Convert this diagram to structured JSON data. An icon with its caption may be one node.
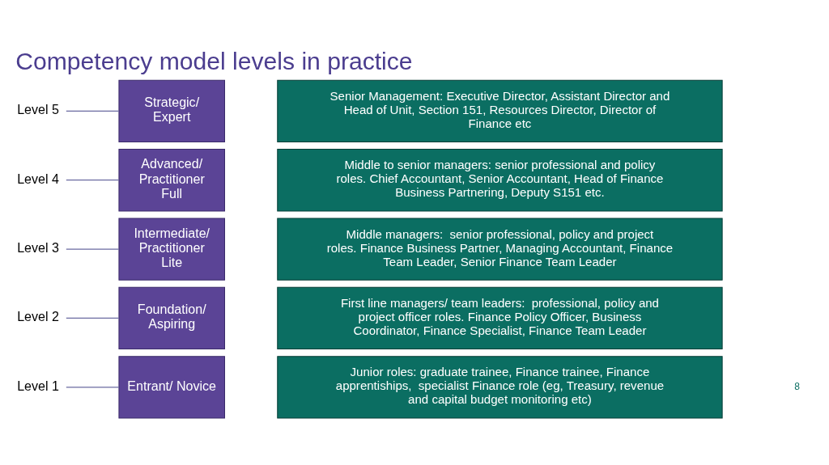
{
  "diagram": {
    "title": "Competency model levels in practice",
    "nodes": [
      {
        "text": [
          "Level 5"
        ]
      },
      {
        "text": [
          "Strategic/ Expert"
        ]
      },
      {
        "text": [
          "Senior Management: Executive Director, Assistant Director and Head of Unit, Section 151, Resources Director, Director of Finance etc"
        ]
      },
      {
        "text": [
          "Level 4"
        ]
      },
      {
        "text": [
          "Advanced/ Practitioner Full"
        ]
      },
      {
        "text": [
          "Middle to senior managers: senior professional and policy roles. Chief Accountant, Senior Accountant, Head of Finance Business Partnering, Deputy S151 etc."
        ]
      },
      {
        "text": [
          "Level 3"
        ]
      },
      {
        "text": [
          "Intermediate/ Practitioner Lite"
        ]
      },
      {
        "text": [
          "Middle managers:  senior professional, policy and project roles. Finance Business Partner, Managing Accountant, Finance Team Leader, Senior Finance Team Leader"
        ]
      },
      {
        "text": [
          "Level 2"
        ]
      },
      {
        "text": [
          "Foundation/ Aspiring"
        ]
      },
      {
        "text": [
          "First line managers/ team leaders:  professional, policy and project officer roles. Finance Policy Officer, Business Coordinator, Finance Specialist, Finance Team Leader"
        ]
      },
      {
        "text": [
          "Level 1"
        ]
      },
      {
        "text": [
          "Entrant/ Novice"
        ]
      },
      {
        "text": [
          "Junior roles: graduate trainee, Finance trainee, Finance apprentiships,  specialist Finance role (eg, Treasury, revenue and capital budget monitoring etc)"
        ]
      }
    ],
    "edges": [
      {
        "from": 0,
        "to": 1,
        "arrow": "none"
      },
      {
        "from": 3,
        "to": 4,
        "arrow": "none"
      },
      {
        "from": 6,
        "to": 7,
        "arrow": "none"
      },
      {
        "from": 9,
        "to": 10,
        "arrow": "none"
      },
      {
        "from": 12,
        "to": 13,
        "arrow": "none"
      }
    ],
    "labels": [
      "8"
    ]
  }
}
